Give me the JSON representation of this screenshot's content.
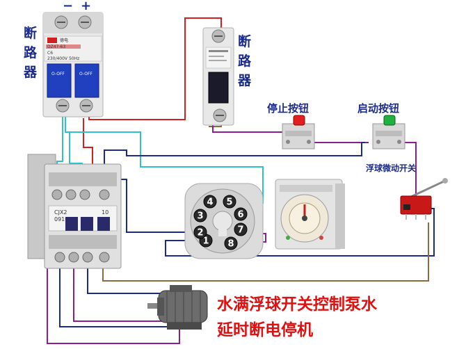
{
  "labels": {
    "minus": "−",
    "plus": "+",
    "breaker_left": [
      "断",
      "路",
      "器"
    ],
    "breaker_right": [
      "断",
      "路",
      "器"
    ],
    "stop_button": "停止按钮",
    "start_button": "启动按钮",
    "float_switch": "浮球微动开关",
    "title_line1": "水满浮球开关控制泵水",
    "title_line2": "延时断电停机"
  },
  "breaker_left_text": {
    "brand": "德电",
    "model": "DZ47-63",
    "rating": "C6",
    "spec": "230/400V 50Hz",
    "off_left": "O-OFF",
    "off_right": "O-OFF"
  },
  "contactor_text": {
    "model": "CJX2",
    "model2": "0910",
    "side": "10"
  },
  "socket_pins": [
    "1",
    "2",
    "3",
    "4",
    "5",
    "6",
    "7",
    "8"
  ],
  "colors": {
    "wire_red": "#d02020",
    "wire_cyan": "#30c0d0",
    "wire_blue": "#1a2a8a",
    "wire_purple": "#8a2090",
    "wire_brown": "#8a6a40",
    "label_blue": "#1a2a8a",
    "label_red": "#e01010",
    "breaker_blue": "#2040c0"
  }
}
